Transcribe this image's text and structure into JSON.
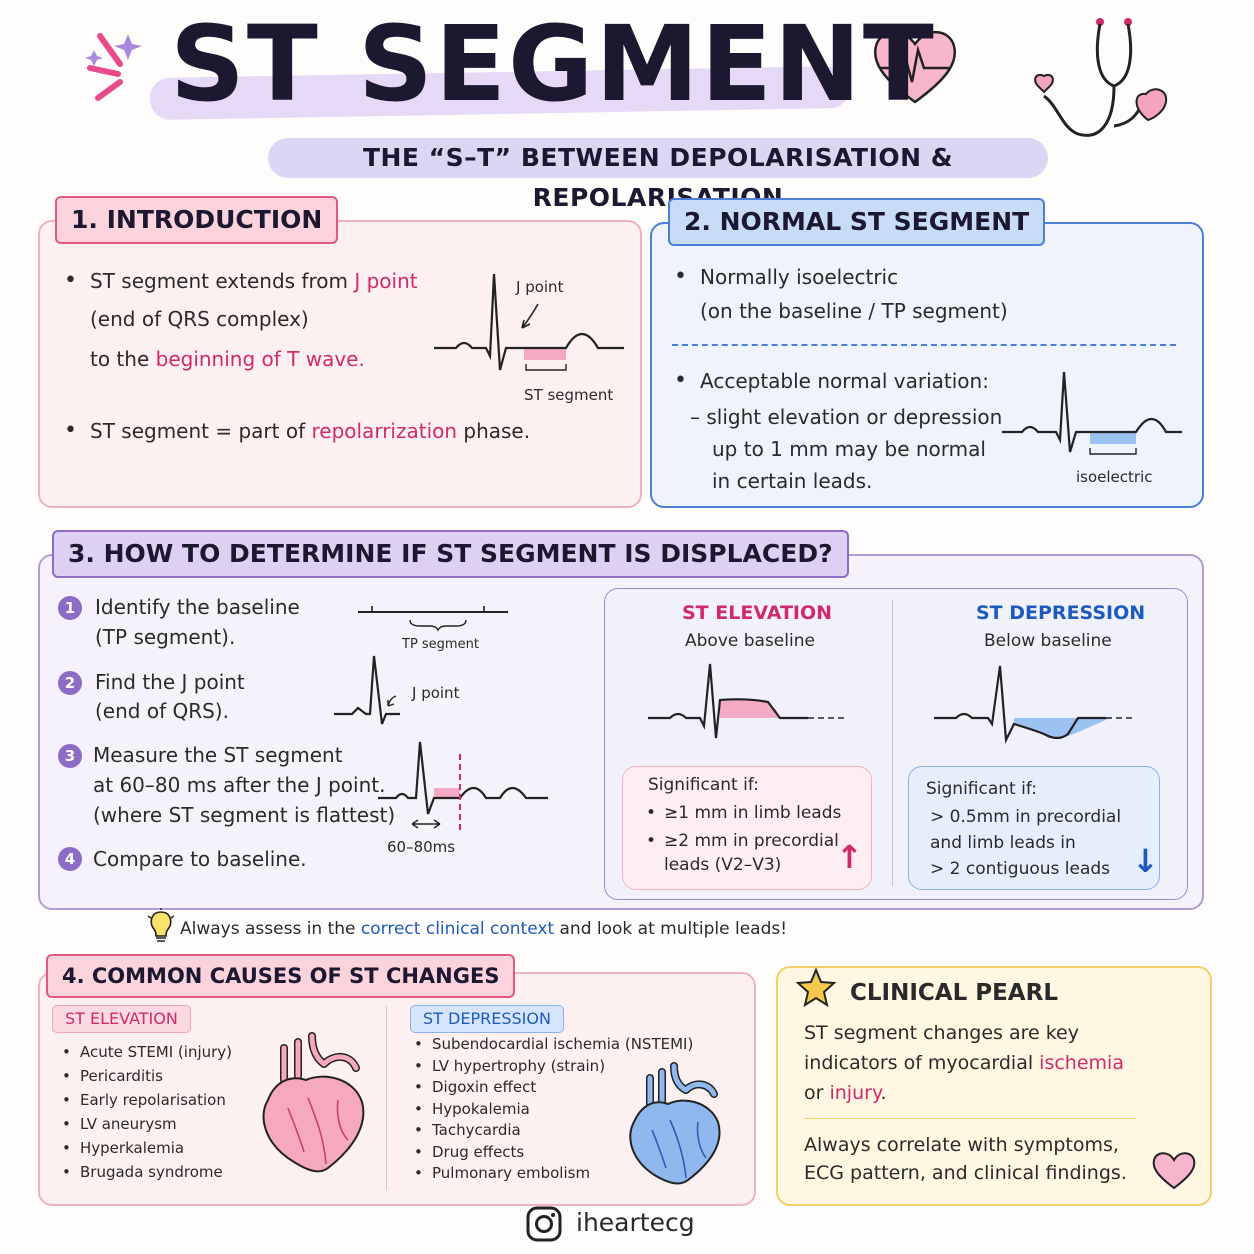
{
  "header": {
    "title": "ST SEGMENT",
    "subtitle": "THE “S–T” BETWEEN DEPOLARISATION & REPOLARISATION"
  },
  "intro": {
    "heading": "1. INTRODUCTION",
    "line1_a": "ST segment extends from ",
    "line1_b": "J point",
    "line2": "(end of QRS complex)",
    "line3_a": "to the ",
    "line3_b": "beginning of T wave.",
    "line4_a": "ST segment = part of ",
    "line4_b": "repolarrization",
    "line4_c": " phase.",
    "label_j": "J point",
    "label_st": "ST segment"
  },
  "normal": {
    "heading": "2. NORMAL ST SEGMENT",
    "line1": "Normally isoelectric",
    "line2": "(on the baseline / TP segment)",
    "line3": "Acceptable normal variation:",
    "line4": "– slight elevation or depression",
    "line5": "up to 1 mm may be normal",
    "line6": "in certain leads.",
    "label_iso": "isoelectric"
  },
  "determine": {
    "heading": "3. HOW TO DETERMINE IF ST SEGMENT IS DISPLACED?",
    "steps": [
      {
        "n": "1",
        "l1": "Identify the baseline",
        "l2": "(TP segment)."
      },
      {
        "n": "2",
        "l1": "Find the J point",
        "l2": "(end of QRS)."
      },
      {
        "n": "3",
        "l1": "Measure the ST segment",
        "l2": "at 60–80 ms after the J point.",
        "l3": "(where ST segment is flattest)"
      },
      {
        "n": "4",
        "l1": "Compare to baseline."
      }
    ],
    "label_tp": "TP segment",
    "label_j": "J point",
    "label_ms": "60–80ms",
    "elev_title": "ST ELEVATION",
    "elev_sub": "Above baseline",
    "dep_title": "ST DEPRESSION",
    "dep_sub": "Below baseline",
    "elev_sig": "Significant if:",
    "elev_b1": "≥1 mm in limb leads",
    "elev_b2a": "≥2 mm in precordial",
    "elev_b2b": "leads (V2–V3)",
    "dep_sig": "Significant if:",
    "dep_l1": "> 0.5mm in precordial",
    "dep_l2": "and limb leads in",
    "dep_l3": "> 2 contiguous leads",
    "arrow_up": "↑",
    "arrow_down": "↓"
  },
  "tip": {
    "icon": "lightbulb-icon",
    "a": "Always assess in the ",
    "b": "correct clinical context",
    "c": " and look at multiple leads!"
  },
  "causes": {
    "heading": "4. COMMON CAUSES OF ST CHANGES",
    "elev_tag": "ST ELEVATION",
    "elev": [
      "Acute STEMI (injury)",
      "Pericarditis",
      "Early repolarisation",
      "LV aneurysm",
      "Hyperkalemia",
      "Brugada syndrome"
    ],
    "dep_tag": "ST DEPRESSION",
    "dep": [
      "Subendocardial ischemia (NSTEMI)",
      "LV hypertrophy (strain)",
      "Digoxin effect",
      "Hypokalemia",
      "Tachycardia",
      "Drug effects",
      "Pulmonary embolism"
    ]
  },
  "pearl": {
    "heading": "CLINICAL PEARL",
    "l1": "ST segment changes are key",
    "l2a": "indicators of myocardial ",
    "l2b": "ischemia",
    "l3a": "or ",
    "l3b": "injury",
    "l3c": ".",
    "l4": "Always correlate with symptoms,",
    "l5": "ECG pattern, and clinical findings."
  },
  "footer": {
    "handle": "iheartecg",
    "icon": "instagram-icon"
  },
  "colors": {
    "pink": "#d02a6a",
    "blue": "#1c5bbd",
    "purple": "#8c6cc4",
    "pinkFill": "#f4a9c4",
    "blueFill": "#9cc2f2"
  }
}
